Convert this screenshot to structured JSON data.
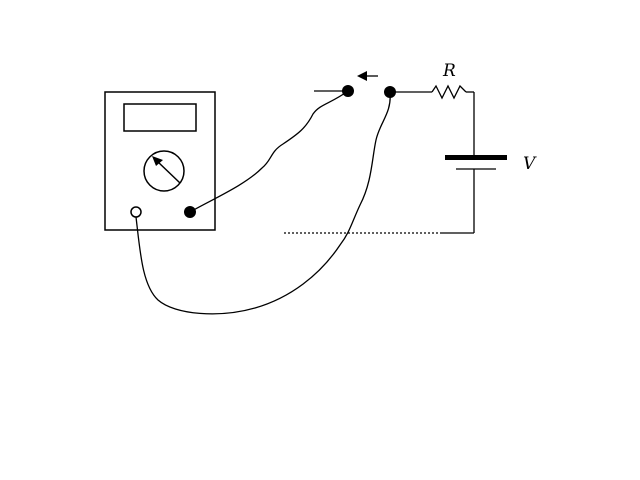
{
  "labels": {
    "resistor": "R",
    "voltage": "V"
  },
  "colors": {
    "ink": "#000000",
    "background": "#ffffff"
  },
  "icons": {
    "meter": "analog-needle-dial",
    "switch_direction": "arrow-left"
  }
}
